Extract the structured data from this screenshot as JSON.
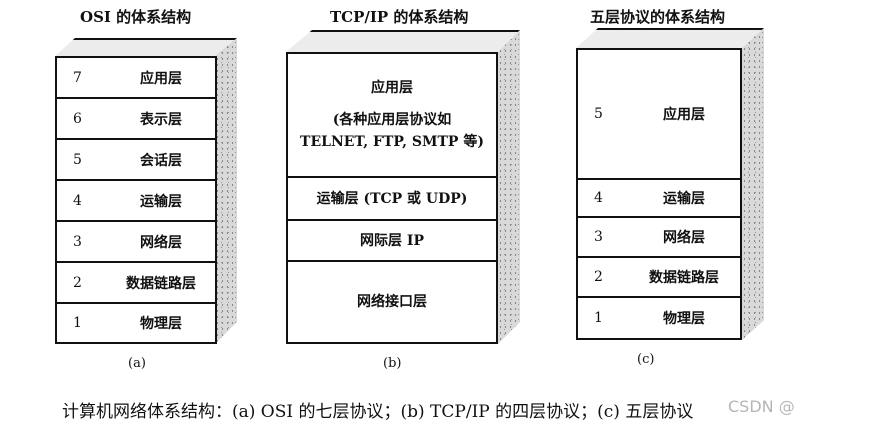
{
  "diagram": {
    "a": {
      "title": "OSI 的体系结构",
      "layers": [
        {
          "num": "7",
          "name": "应用层"
        },
        {
          "num": "6",
          "name": "表示层"
        },
        {
          "num": "5",
          "name": "会话层"
        },
        {
          "num": "4",
          "name": "运输层"
        },
        {
          "num": "3",
          "name": "网络层"
        },
        {
          "num": "2",
          "name": "数据链路层"
        },
        {
          "num": "1",
          "name": "物理层"
        }
      ],
      "label": "(a)"
    },
    "b": {
      "title": "TCP/IP 的体系结构",
      "layers": [
        {
          "line1": "应用层",
          "line2": "(各种应用层协议如",
          "line3": "TELNET, FTP, SMTP 等)"
        },
        {
          "line1": "运输层 (TCP 或 UDP)"
        },
        {
          "line1": "网际层 IP"
        },
        {
          "line1": "网络接口层"
        }
      ],
      "label": "(b)"
    },
    "c": {
      "title": "五层协议的体系结构",
      "layers": [
        {
          "num": "5",
          "name": "应用层"
        },
        {
          "num": "4",
          "name": "运输层"
        },
        {
          "num": "3",
          "name": "网络层"
        },
        {
          "num": "2",
          "name": "数据链路层"
        },
        {
          "num": "1",
          "name": "物理层"
        }
      ],
      "label": "(c)"
    },
    "caption": "计算机网络体系结构：(a) OSI 的七层协议；(b) TCP/IP 的四层协议；(c) 五层协议",
    "watermark": "CSDN @"
  }
}
